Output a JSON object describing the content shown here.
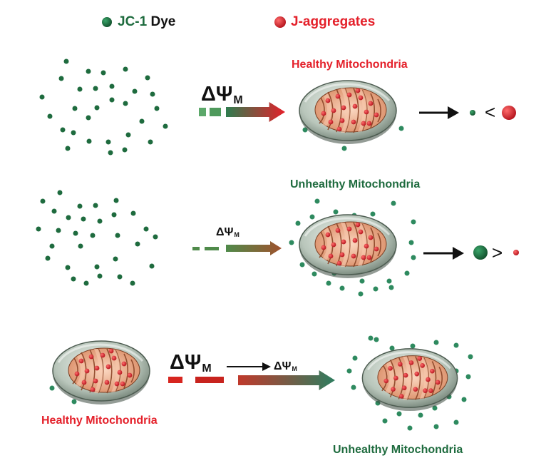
{
  "legend": {
    "dye_label": "JC-1",
    "dye_suffix": "Dye",
    "aggregate_label": "J-aggregates"
  },
  "row1": {
    "title": "Healthy Mitochondria",
    "potential_symbol": "ΔΨ",
    "potential_sub": "M",
    "comparison": "<"
  },
  "row2": {
    "title": "Unhealthy Mitochondria",
    "potential_symbol": "ΔΨ",
    "potential_sub": "M",
    "comparison": ">"
  },
  "row3": {
    "left_title": "Healthy Mitochondria",
    "right_title": "Unhealthy Mitochondria",
    "potential_big_symbol": "ΔΨ",
    "potential_big_sub": "M",
    "potential_small_symbol": "ΔΨ",
    "potential_small_sub": "M"
  },
  "colors": {
    "dye_green": "#1e6b3e",
    "aggregate_red": "#e4202a",
    "membrane_gray": "#9aa79c",
    "cristae_orange": "#f2b08e"
  }
}
